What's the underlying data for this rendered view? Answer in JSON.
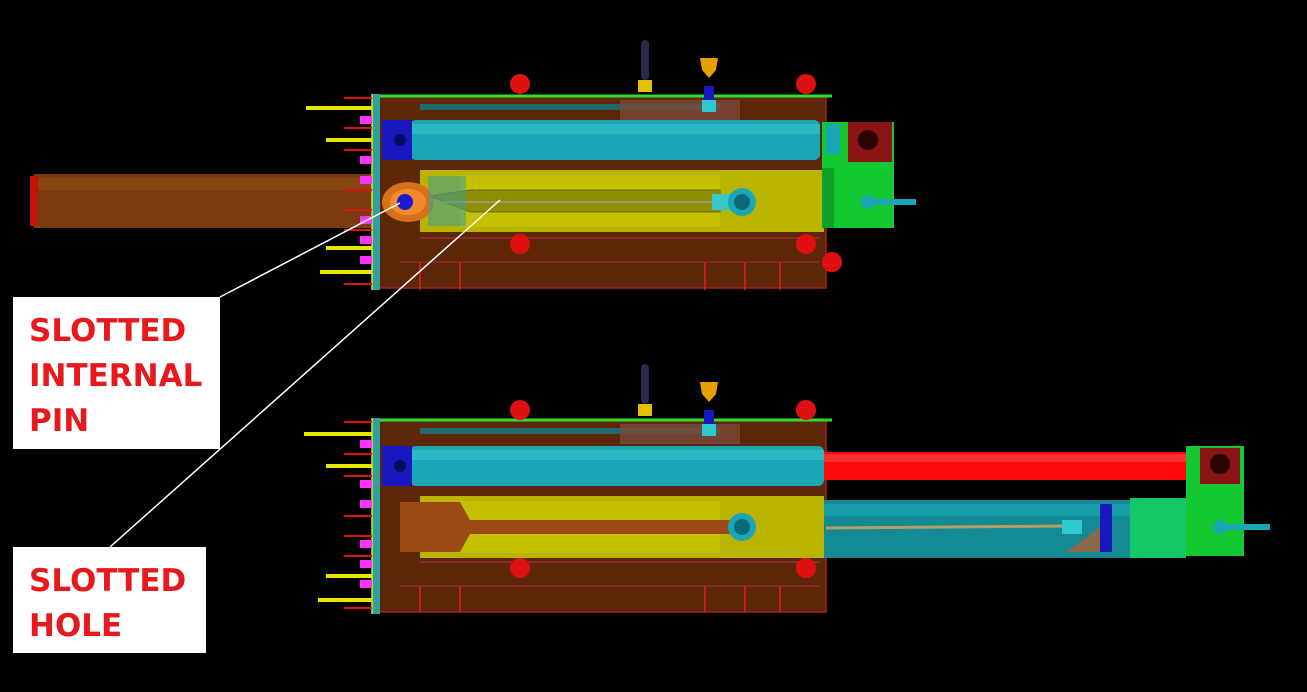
{
  "labels": {
    "slotted_internal_pin": [
      "SLOTTED",
      "INTERNAL",
      "PIN"
    ],
    "slotted_hole": [
      "SLOTTED",
      "HOLE"
    ]
  },
  "colors": {
    "background": "#000000",
    "label_text": "#e8191c",
    "label_box": "#ffffff",
    "leader_line": "#ffffff",
    "housing": "#6b2a0c",
    "cylinder": "#1aa6b5",
    "slide": "#c4c000",
    "rod_red": "#ff0a0a",
    "bracket_green": "#14c832",
    "extension_brown": "#8a4410",
    "frame_green": "#2ee02e",
    "bolt_magenta": "#ff33ff",
    "pin_yellow": "#e6e600",
    "pin_blue": "#1a1ad0"
  }
}
